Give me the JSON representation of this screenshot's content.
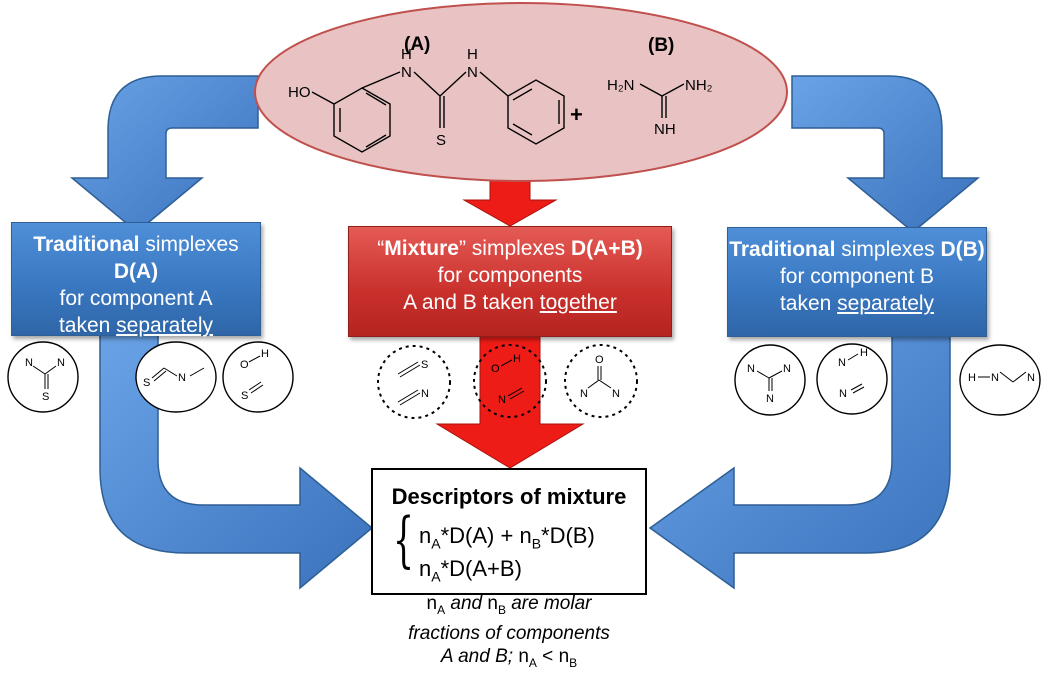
{
  "colors": {
    "blue_arrow": "#4a86cf",
    "red_arrow": "#ee1c16",
    "ellipse_fill": "#e9c3c3",
    "ellipse_stroke": "#c0504d"
  },
  "top": {
    "label_a": "(A)",
    "label_b": "(B)",
    "plus": "+",
    "a_atoms": {
      "oh": "HO",
      "h1": "H",
      "h2": "H",
      "n1": "N",
      "n2": "N",
      "s": "S"
    },
    "b_atoms": {
      "h2n": "H₂N",
      "nh2": "NH₂",
      "nh": "NH"
    }
  },
  "left_box": {
    "strong": "Traditional",
    "rest": " simplexes ",
    "d": "D(A)",
    "line2": "for component A",
    "line3a": "taken ",
    "line3b": "separately"
  },
  "middle_box": {
    "q1": "“",
    "strong": "Mixture",
    "q2": "”",
    "rest": " simplexes ",
    "d": "D(A+B)",
    "line2": "for components",
    "line3a": "A and B taken ",
    "line3b": "together"
  },
  "right_box": {
    "strong": "Traditional",
    "rest": " simplexes ",
    "d": "D(B)",
    "line2": "for component B",
    "line3a": "taken ",
    "line3b": "separately"
  },
  "output": {
    "title": "Descriptors of mixture",
    "f1": {
      "n": "n",
      "a": "A",
      "mid": "*D(A) + n",
      "b": "B",
      "end": "*D(B)"
    },
    "f2": {
      "n": "n",
      "a": "A",
      "end": "*D(A+B)"
    }
  },
  "note": {
    "n1": "n",
    "a": "A",
    "t1": " and ",
    "n2": "n",
    "b": "B",
    "t2": " are molar",
    "line2": "fractions of components",
    "t3": "A and B; ",
    "n3": "n",
    "a2": "A",
    "t4": " < ",
    "n4": "n",
    "b2": "B"
  },
  "fragments": {
    "l1": {
      "n1": "N",
      "n2": "N",
      "s": "S"
    },
    "l2": {
      "s": "S",
      "n": "N"
    },
    "l3": {
      "o": "O",
      "h": "H",
      "s": "S"
    },
    "m1": {
      "s": "S",
      "n": "N"
    },
    "m2": {
      "o": "O",
      "h": "H",
      "n": "N"
    },
    "m3": {
      "o": "O",
      "n1": "N",
      "n2": "N"
    },
    "r1": {
      "n1": "N",
      "n2": "N",
      "n3": "N"
    },
    "r2": {
      "n1": "N",
      "h": "H",
      "n2": "N"
    },
    "r3": {
      "h": "H",
      "n1": "N",
      "n2": "N"
    }
  }
}
